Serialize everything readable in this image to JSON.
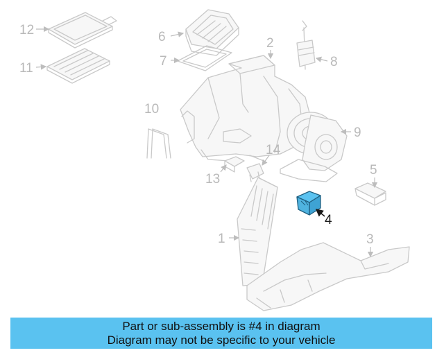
{
  "diagram": {
    "callouts": [
      "1",
      "2",
      "3",
      "4",
      "5",
      "6",
      "7",
      "8",
      "9",
      "10",
      "11",
      "12",
      "13",
      "14"
    ],
    "highlighted_callout": "4",
    "highlight_color": "#5ac2f0",
    "part_color": "#c9c9c9"
  },
  "caption": {
    "line1": "Part or sub-assembly is #4 in diagram",
    "line2": "Diagram may not be specific to your vehicle",
    "background_color": "#5ac2f0"
  }
}
